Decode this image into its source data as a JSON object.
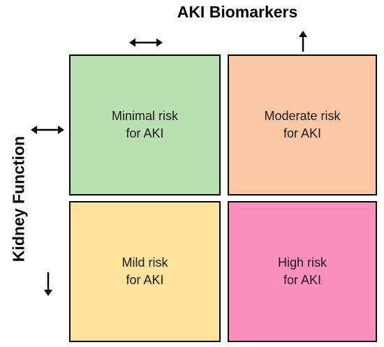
{
  "axes": {
    "top_label": "AKI Biomarkers",
    "left_label": "Kidney Function"
  },
  "quadrants": [
    {
      "line1": "Minimal risk",
      "line2": "for AKI",
      "color": "#b8e0b0"
    },
    {
      "line1": "Moderate risk",
      "line2": "for AKI",
      "color": "#fbc8a6"
    },
    {
      "line1": "Mild risk",
      "line2": "for AKI",
      "color": "#fde49a"
    },
    {
      "line1": "High risk",
      "line2": "for AKI",
      "color": "#fb90bd"
    }
  ],
  "icons": {
    "top_left_arrow": "left-right-arrow-icon",
    "top_right_arrow": "up-arrow-icon",
    "left_top_arrow": "left-right-arrow-icon",
    "left_bottom_arrow": "down-arrow-icon"
  }
}
